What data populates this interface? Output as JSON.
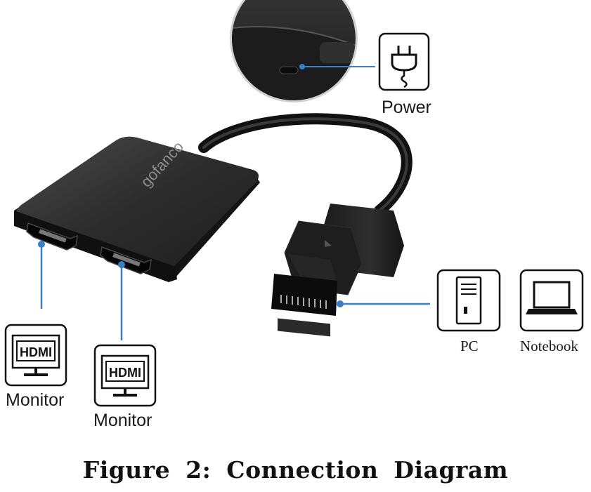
{
  "device": {
    "brand": "gofanco"
  },
  "labels": {
    "power": "Power",
    "monitor_1": "Monitor",
    "monitor_2": "Monitor",
    "pc": "PC",
    "notebook": "Notebook",
    "hdmi_1": "HDMI",
    "hdmi_2": "HDMI"
  },
  "caption": "Figure 2: Connection Diagram",
  "colors": {
    "connector_line": "#3a7fc4",
    "device_body": "#2a2a2a",
    "icon_stroke": "#111111"
  }
}
